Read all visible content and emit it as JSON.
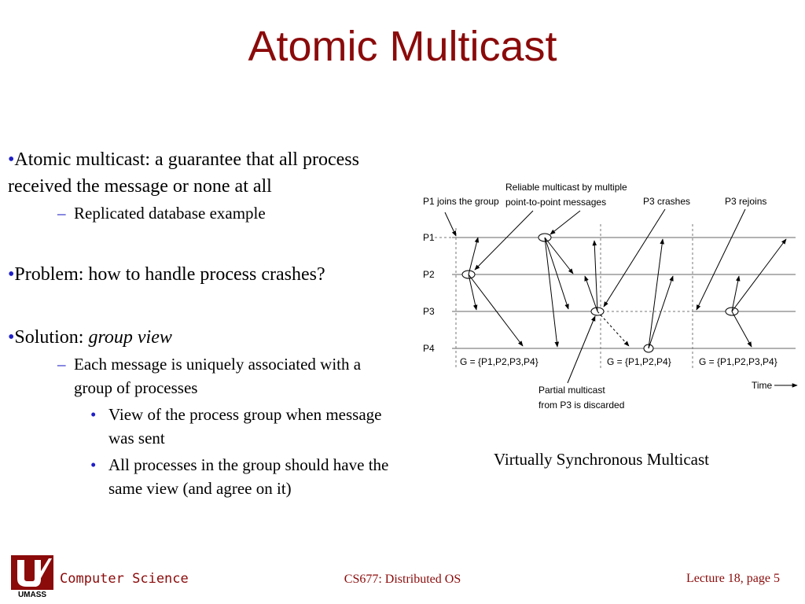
{
  "slide": {
    "title": "Atomic Multicast",
    "caption": "Virtually Synchronous Multicast"
  },
  "bullets": {
    "b1": "Atomic multicast: a guarantee that all process received the message or none at all",
    "b1_sub1": "Replicated database example",
    "b2": "Problem: how to handle process crashes?",
    "b3_prefix": "Solution: ",
    "b3_italic": "group view",
    "b3_sub1": "Each message is uniquely associated with a group of processes",
    "b3_sub1_a": "View of the process group when message was sent",
    "b3_sub1_b": "All processes in the group should have the same view (and agree on it)"
  },
  "markers": {
    "bullet": "•",
    "dash": "–"
  },
  "diagram": {
    "labels": {
      "p1_joins": "P1 joins the group",
      "reliable_1": "Reliable multicast by multiple",
      "reliable_2": "point-to-point messages",
      "p3_crashes": "P3 crashes",
      "p3_rejoins": "P3 rejoins",
      "partial_1": "Partial multicast",
      "partial_2": "from P3 is discarded",
      "time": "Time"
    },
    "processes": [
      "P1",
      "P2",
      "P3",
      "P4"
    ],
    "groups": [
      "G = {P1,P2,P3,P4}",
      "G = {P1,P2,P4}",
      "G = {P1,P2,P3,P4}"
    ]
  },
  "footer": {
    "department": "Computer Science",
    "course": "CS677: Distributed OS",
    "page": "Lecture 18, page 5",
    "logo_text": "UMASS"
  },
  "colors": {
    "title": "#8b0a0a",
    "bullet": "#1f1fc8",
    "footer": "#8b0a0a"
  },
  "icons": {
    "logo": "umass-logo-icon"
  }
}
